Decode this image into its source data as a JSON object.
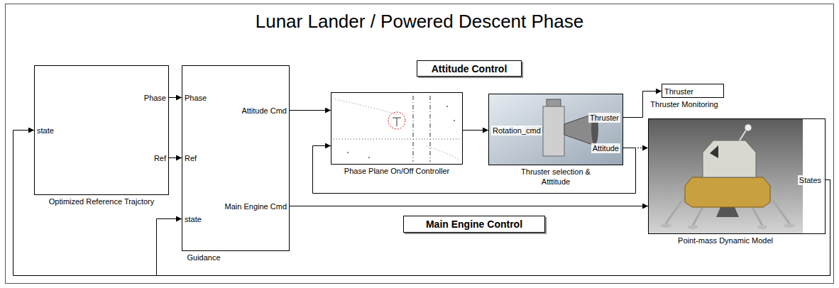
{
  "diagram": {
    "title": "Lunar Lander / Powered Descent Phase",
    "nodes": [
      {
        "text": [
          "state",
          "Phase",
          "Ref",
          "Optimized Reference Trajctory"
        ]
      },
      {
        "text": [
          "Phase",
          "Ref",
          "state",
          "Attitude Cmd",
          "Main Engine Cmd",
          "Guidance"
        ]
      },
      {
        "text": [
          "Attitude Control"
        ]
      },
      {
        "text": [
          "Phase Plane On/Off Controller"
        ]
      },
      {
        "text": [
          "Rotation_cmd",
          "Thruster",
          "Attitude",
          "Thruster selection & Atttitude"
        ]
      },
      {
        "text": [
          "Thruster",
          "Thruster Monitoring"
        ]
      },
      {
        "text": [
          "Main Engine Control"
        ]
      },
      {
        "text": [
          "States",
          "Point-mass Dynamic Model"
        ]
      }
    ],
    "edges": [
      {
        "from": 0,
        "to": 1,
        "arrow": "to"
      },
      {
        "from": 0,
        "to": 1,
        "arrow": "to"
      },
      {
        "from": 1,
        "to": 3,
        "arrow": "to"
      },
      {
        "from": 3,
        "to": 4,
        "arrow": "to"
      },
      {
        "from": 4,
        "to": 5,
        "arrow": "to"
      },
      {
        "from": 4,
        "to": 7,
        "arrow": "to"
      },
      {
        "from": 4,
        "to": 3,
        "arrow": "to"
      },
      {
        "from": 1,
        "to": 7,
        "arrow": "to"
      },
      {
        "from": 7,
        "to": 0,
        "arrow": "to"
      },
      {
        "from": 7,
        "to": 1,
        "arrow": "to"
      }
    ]
  }
}
